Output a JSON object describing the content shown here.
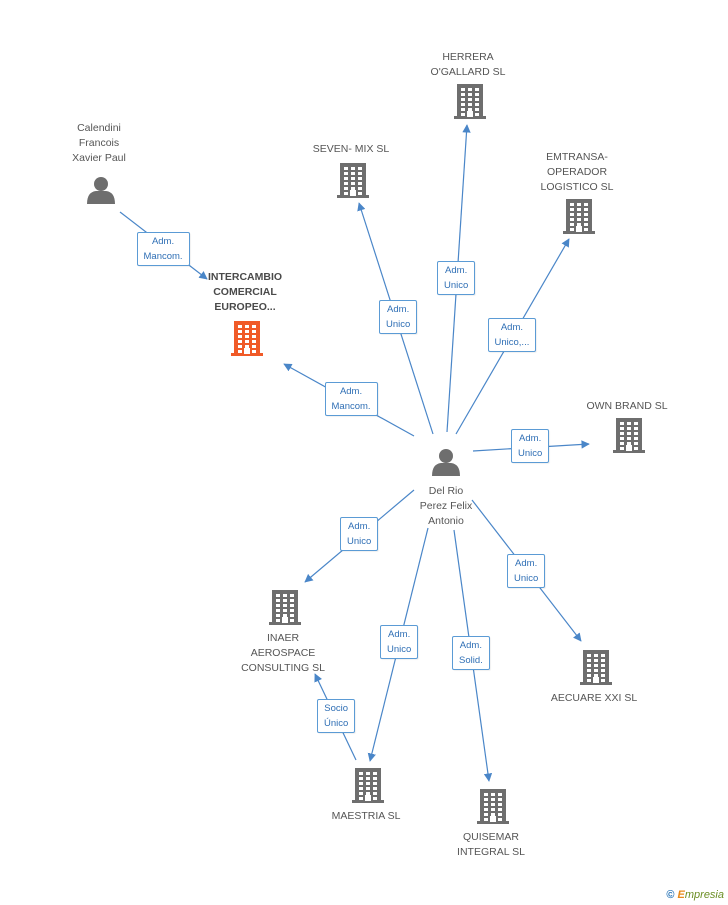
{
  "colors": {
    "edge": "#4a86c8",
    "building": "#6e6e6e",
    "building_main": "#f05a28",
    "person": "#6e6e6e"
  },
  "nodes": [
    {
      "id": "center",
      "type": "person",
      "lines": [
        "Del Rio",
        "Perez Felix",
        "Antonio"
      ]
    },
    {
      "id": "calendini",
      "type": "person",
      "lines": [
        "Calendini",
        "Francois",
        "Xavier Paul"
      ]
    },
    {
      "id": "intercambio",
      "type": "building",
      "main": true,
      "lines": [
        "INTERCAMBIO",
        "COMERCIAL",
        "EUROPEO..."
      ]
    },
    {
      "id": "seven",
      "type": "building",
      "lines": [
        "SEVEN- MIX SL"
      ]
    },
    {
      "id": "herrera",
      "type": "building",
      "lines": [
        "HERRERA",
        "O'GALLARD SL"
      ]
    },
    {
      "id": "emtransa",
      "type": "building",
      "lines": [
        "EMTRANSA-",
        "OPERADOR",
        "LOGISTICO SL"
      ]
    },
    {
      "id": "ownbrand",
      "type": "building",
      "lines": [
        "OWN BRAND SL"
      ]
    },
    {
      "id": "inaer",
      "type": "building",
      "lines": [
        "INAER",
        "AEROSPACE",
        "CONSULTING SL"
      ]
    },
    {
      "id": "aecuare",
      "type": "building",
      "lines": [
        "AECUARE XXI SL"
      ]
    },
    {
      "id": "maestria",
      "type": "building",
      "lines": [
        "MAESTRIA SL"
      ]
    },
    {
      "id": "quisemar",
      "type": "building",
      "lines": [
        "QUISEMAR",
        "INTEGRAL SL"
      ]
    }
  ],
  "edges": [
    {
      "from": "calendini",
      "to": "intercambio",
      "lines": [
        "Adm.",
        "Mancom."
      ]
    },
    {
      "from": "center",
      "to": "intercambio",
      "lines": [
        "Adm.",
        "Mancom."
      ]
    },
    {
      "from": "center",
      "to": "seven",
      "lines": [
        "Adm.",
        "Unico"
      ]
    },
    {
      "from": "center",
      "to": "herrera",
      "lines": [
        "Adm.",
        "Unico"
      ]
    },
    {
      "from": "center",
      "to": "emtransa",
      "lines": [
        "Adm.",
        "Unico,..."
      ]
    },
    {
      "from": "center",
      "to": "ownbrand",
      "lines": [
        "Adm.",
        "Unico"
      ]
    },
    {
      "from": "center",
      "to": "inaer",
      "lines": [
        "Adm.",
        "Unico"
      ]
    },
    {
      "from": "center",
      "to": "aecuare",
      "lines": [
        "Adm.",
        "Unico"
      ]
    },
    {
      "from": "center",
      "to": "maestria",
      "lines": [
        "Adm.",
        "Unico"
      ]
    },
    {
      "from": "center",
      "to": "quisemar",
      "lines": [
        "Adm.",
        "Solid."
      ]
    },
    {
      "from": "maestria",
      "to": "inaer",
      "lines": [
        "Socio",
        "Único"
      ]
    }
  ],
  "brand": {
    "copyright": "©",
    "name_first": "E",
    "name_rest": "mpresia"
  }
}
